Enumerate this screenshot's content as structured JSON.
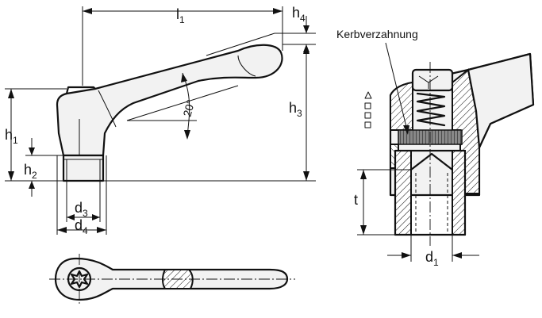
{
  "labels": {
    "l1": {
      "main": "l",
      "sub": "1"
    },
    "h4": {
      "main": "h",
      "sub": "4"
    },
    "h3": {
      "main": "h",
      "sub": "3"
    },
    "h1": {
      "main": "h",
      "sub": "1"
    },
    "h2": {
      "main": "h",
      "sub": "2"
    },
    "d3": {
      "main": "d",
      "sub": "3"
    },
    "d4": {
      "main": "d",
      "sub": "4"
    },
    "d1": {
      "main": "d",
      "sub": "1"
    },
    "t": "t",
    "angle": "20°",
    "knurl_note": "Kerbverzahnung"
  }
}
